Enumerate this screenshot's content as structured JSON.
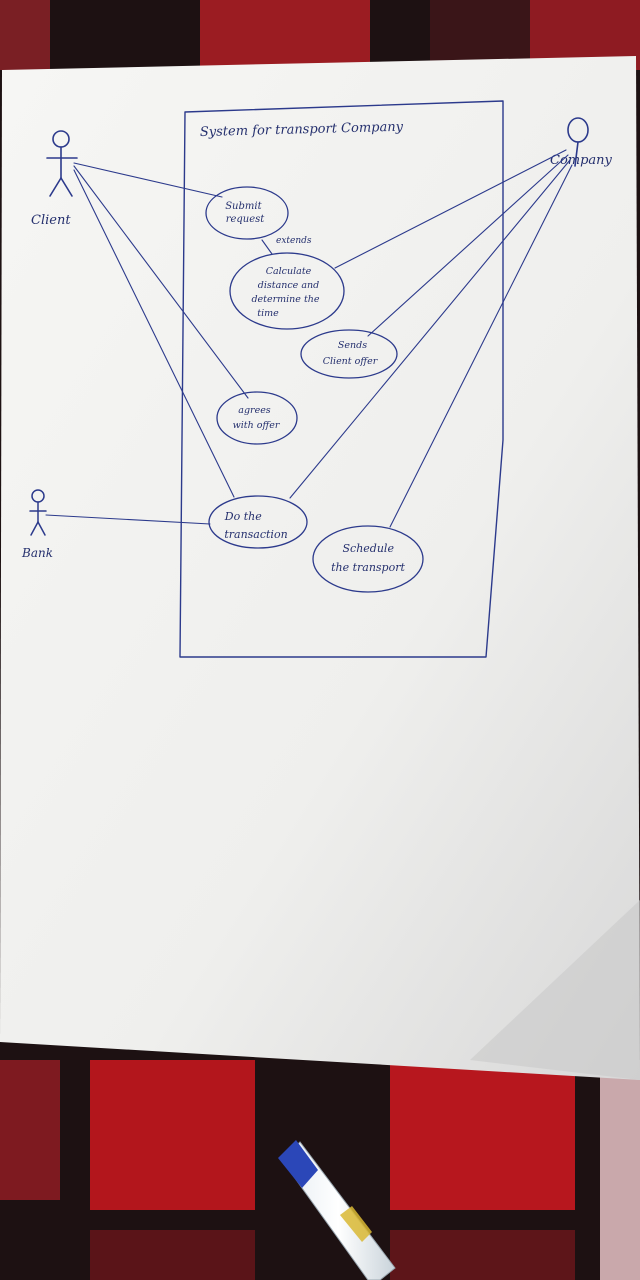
{
  "diagram": {
    "system_title": "System for transport Company",
    "actors": {
      "client": "Client",
      "company": "Company",
      "bank": "Bank"
    },
    "use_cases": {
      "submit_request": [
        "Submit",
        "request"
      ],
      "calculate": [
        "Calculate",
        "distance and",
        "determine the",
        "time"
      ],
      "sends_offer": [
        "Sends",
        "Client offer"
      ],
      "agrees": [
        "agrees",
        "with offer"
      ],
      "transaction": [
        "Do the",
        "transaction"
      ],
      "schedule": [
        "Schedule",
        "the transport"
      ]
    },
    "relation_label": "extends"
  },
  "colors": {
    "ink": "#2c3a8c",
    "paper": "#f3f3f1",
    "fabric_red": "#b3161c",
    "fabric_dark": "#1d1112"
  }
}
